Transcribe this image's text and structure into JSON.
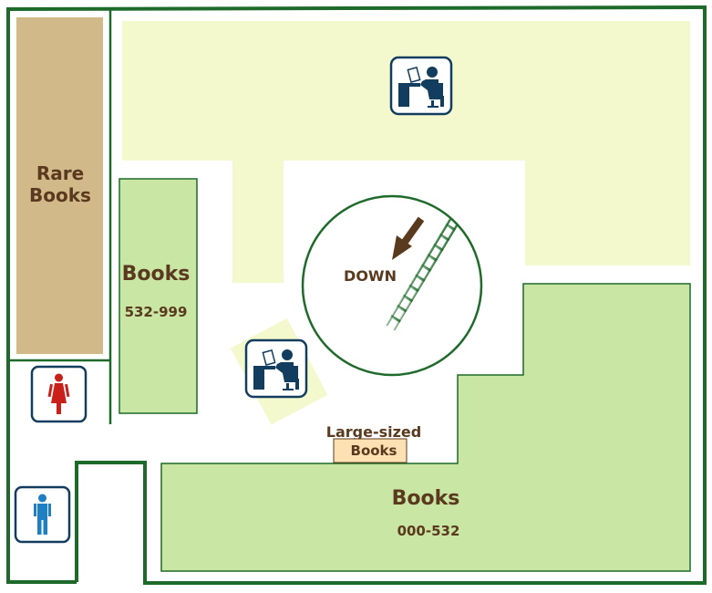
{
  "areas": {
    "rare_books": {
      "line1": "Rare",
      "line2": "Books"
    },
    "books_upper": {
      "title": "Books",
      "range": "532-999"
    },
    "books_lower": {
      "title": "Books",
      "range": "000-532"
    },
    "large_sized": {
      "caption": "Large-sized",
      "box": "Books"
    }
  },
  "stairs": {
    "label": "DOWN"
  },
  "icons": {
    "reading_desk_top": "reading-desk-icon",
    "reading_desk_middle": "reading-desk-icon",
    "restroom_women": "woman-restroom-icon",
    "restroom_men": "man-restroom-icon"
  },
  "colors": {
    "wall": "#1e6a2a",
    "shelf_fill": "#c9e6a4",
    "reading_area": "#f3f9cc",
    "rare_books_fill": "#d2b98a",
    "large_sized_fill": "#fde1b3",
    "label_text": "#5a3a1e",
    "icon_navy": "#123d5e",
    "women_red": "#c9201a",
    "men_blue": "#1e7fc2",
    "arrow": "#5a3a1e"
  }
}
